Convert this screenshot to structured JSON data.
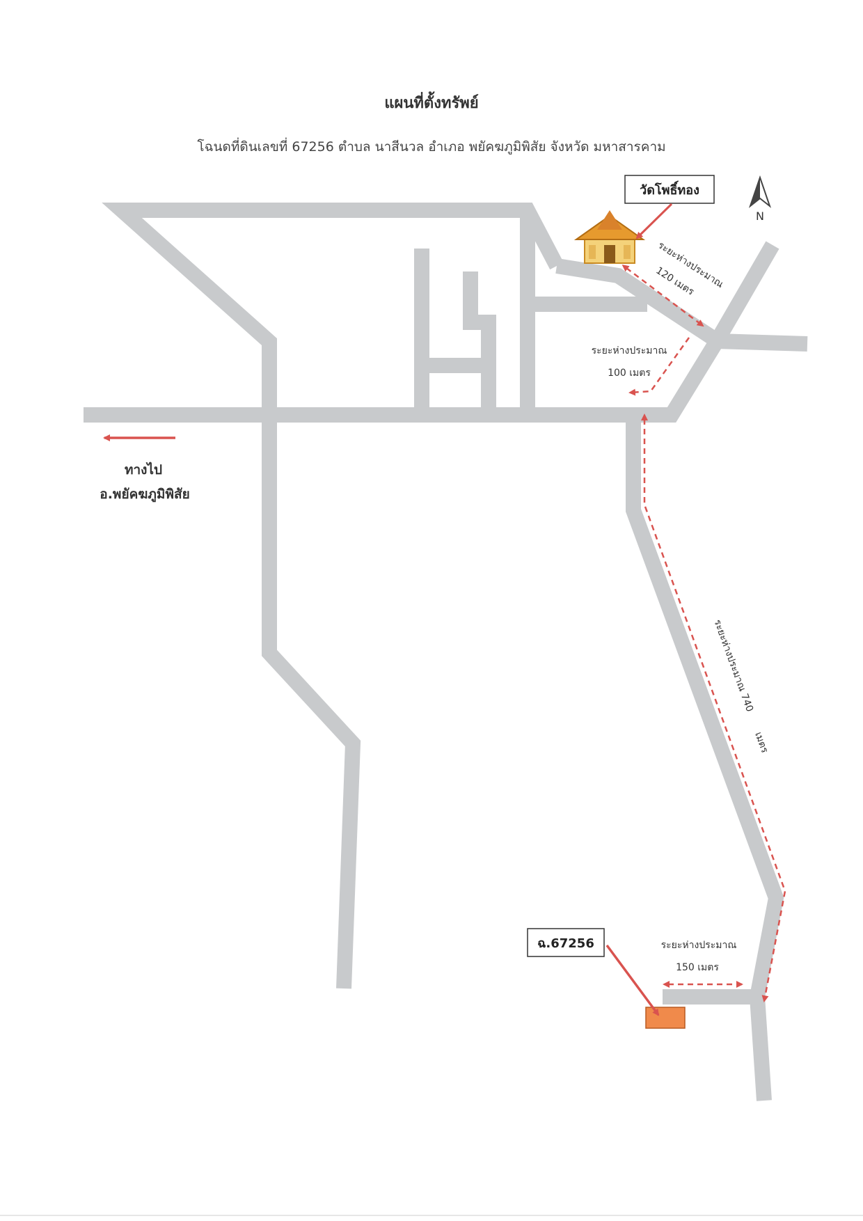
{
  "title": "แผนที่ตั้งทรัพย์",
  "subtitle": "โฉนดที่ดินเลขที่ 67256 ตำบล นาสีนวล อำเภอ พยัคฆภูมิพิสัย จังหวัด มหาสารคาม",
  "north_label": "N",
  "temple": {
    "name": "วัดโพธิ์ทอง"
  },
  "parcel": {
    "name": "ฉ.67256"
  },
  "direction_label": {
    "line1": "ทางไป",
    "line2": "อ.พยัคฆภูมิพิสัย"
  },
  "distances": [
    {
      "label": "ระยะห่างประมาณ",
      "value": "120 เมตร"
    },
    {
      "label": "ระยะห่างประมาณ",
      "value": "100 เมตร"
    },
    {
      "label": "ระยะห่างประมาณ 740",
      "value": "เมตร"
    },
    {
      "label": "ระยะห่างประมาณ",
      "value": "150 เมตร"
    }
  ],
  "colors": {
    "road": "#c8cacc",
    "arrow": "#d9534f",
    "parcel": "#f08a4b",
    "temple_roof": "#e69a2e",
    "temple_body": "#f4d27a"
  }
}
